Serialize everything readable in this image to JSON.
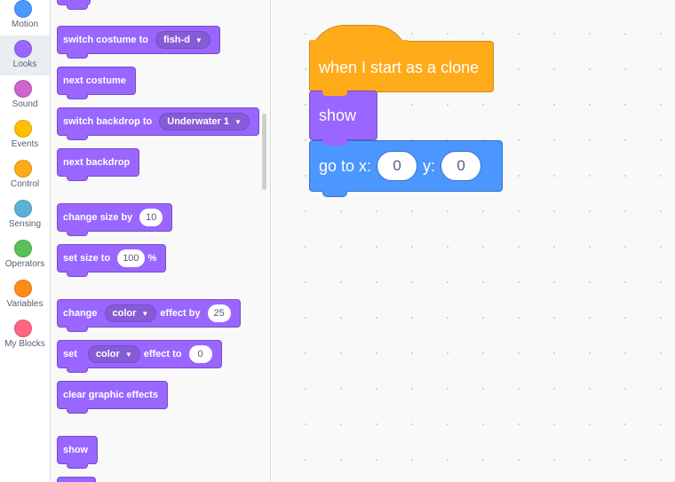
{
  "categories": [
    {
      "label": "Motion",
      "color": "#4c97ff",
      "active": false
    },
    {
      "label": "Looks",
      "color": "#9966ff",
      "active": true
    },
    {
      "label": "Sound",
      "color": "#cf63cf",
      "active": false
    },
    {
      "label": "Events",
      "color": "#ffbf00",
      "active": false
    },
    {
      "label": "Control",
      "color": "#ffab19",
      "active": false
    },
    {
      "label": "Sensing",
      "color": "#5cb1d6",
      "active": false
    },
    {
      "label": "Operators",
      "color": "#59c059",
      "active": false
    },
    {
      "label": "Variables",
      "color": "#ff8c1a",
      "active": false
    },
    {
      "label": "My Blocks",
      "color": "#ff6680",
      "active": false
    }
  ],
  "palette": {
    "switch_costume": {
      "label": "switch costume to",
      "value": "fish-d"
    },
    "next_costume": {
      "label": "next costume"
    },
    "switch_backdrop": {
      "label": "switch backdrop to",
      "value": "Underwater 1"
    },
    "next_backdrop": {
      "label": "next backdrop"
    },
    "change_size": {
      "label": "change size by",
      "value": "10"
    },
    "set_size": {
      "label": "set size to",
      "value": "100",
      "suffix": "%"
    },
    "change_effect": {
      "label": "change",
      "effect": "color",
      "label2": "effect by",
      "value": "25"
    },
    "set_effect": {
      "label": "set",
      "effect": "color",
      "label2": "effect to",
      "value": "0"
    },
    "clear_effects": {
      "label": "clear graphic effects"
    },
    "show": {
      "label": "show"
    }
  },
  "script": {
    "hat_label": "when I start as a clone",
    "show_label": "show",
    "goto_label": "go to x:",
    "goto_y_label": "y:",
    "x_value": "0",
    "y_value": "0"
  }
}
